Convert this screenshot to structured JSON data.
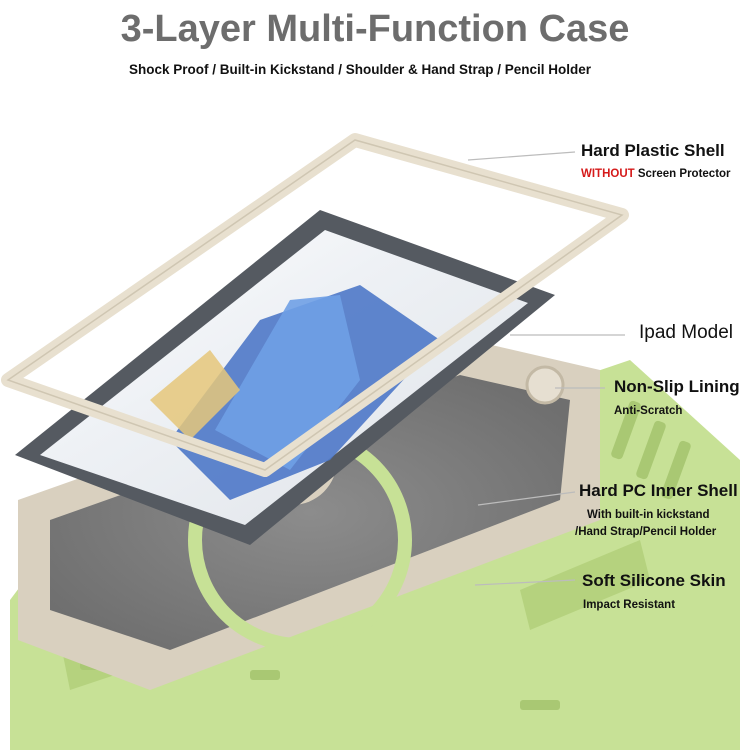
{
  "header": {
    "title": "3-Layer Multi-Function Case",
    "subtitle": "Shock Proof / Built-in Kickstand / Shoulder & Hand Strap / Pencil Holder"
  },
  "callouts": {
    "shell": {
      "title": "Hard Plastic Shell",
      "note_highlight": "WITHOUT",
      "note_rest": " Screen Protector"
    },
    "ipad": {
      "title": "Ipad Model"
    },
    "lining": {
      "title": "Non-Slip Lining",
      "note": "Anti-Scratch"
    },
    "inner": {
      "title": "Hard PC Inner Shell",
      "note_line1": "With built-in kickstand",
      "note_line2": "/Hand Strap/Pencil Holder"
    },
    "skin": {
      "title": "Soft Silicone Skin",
      "note": "Impact Resistant"
    }
  },
  "colors": {
    "title_gray": "#6d6d6d",
    "accent_red": "#d51a1a",
    "frame_beige": "#e8e0cf",
    "inner_beige": "#d9d0bf",
    "skin_green": "#c7e196",
    "tablet_gray": "#555a61"
  }
}
